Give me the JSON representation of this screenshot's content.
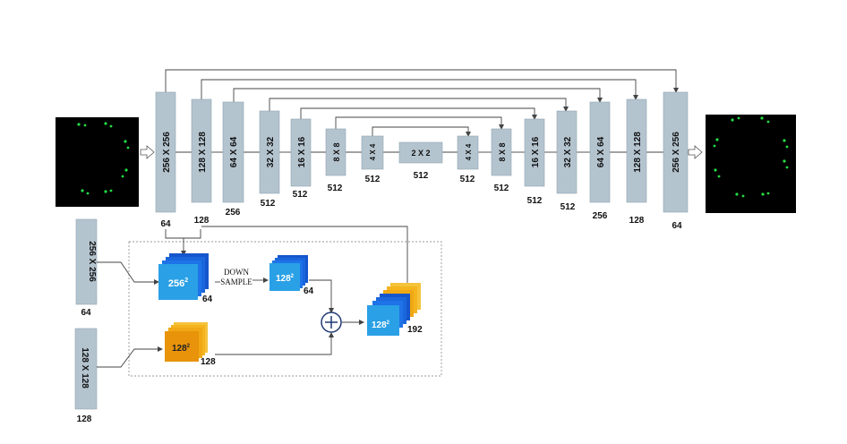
{
  "encoder": [
    {
      "size": "256 X 256",
      "channels": "64"
    },
    {
      "size": "128 X 128",
      "channels": "128"
    },
    {
      "size": "64 X 64",
      "channels": "256"
    },
    {
      "size": "32 X 32",
      "channels": "512"
    },
    {
      "size": "16 X 16",
      "channels": "512"
    },
    {
      "size": "8 X 8",
      "channels": "512"
    },
    {
      "size": "4 X 4",
      "channels": "512"
    }
  ],
  "bottleneck": {
    "size": "2 X 2",
    "channels": "512"
  },
  "decoder": [
    {
      "size": "4 X 4",
      "channels": "512"
    },
    {
      "size": "8 X 8",
      "channels": "512"
    },
    {
      "size": "16 X 16",
      "channels": "512"
    },
    {
      "size": "32 X 32",
      "channels": "512"
    },
    {
      "size": "64 X 64",
      "channels": "256"
    },
    {
      "size": "128 X 128",
      "channels": "128"
    },
    {
      "size": "256 X 256",
      "channels": "64"
    }
  ],
  "side_inputs": [
    {
      "size": "256 X 256",
      "channels": "64"
    },
    {
      "size": "128 X 128",
      "channels": "128"
    }
  ],
  "fusion": {
    "blue_stack_label": "256",
    "blue_stack_sup": "2",
    "blue_stack_channels": "64",
    "downsample_line1": "DOWN",
    "downsample_line2": "SAMPLE",
    "down_stack_label": "128",
    "down_stack_sup": "2",
    "down_stack_channels": "64",
    "orange_stack_label": "128",
    "orange_stack_sup": "2",
    "orange_stack_channels": "128",
    "merged_label": "128",
    "merged_sup": "2",
    "merged_channels": "192"
  },
  "colors": {
    "block": "#b4c4cf",
    "blue": "#1e73e8",
    "blue_light": "#2aa0e6",
    "orange": "#f5b41e",
    "orange_dark": "#e8930a",
    "dot": "#22dd44"
  }
}
